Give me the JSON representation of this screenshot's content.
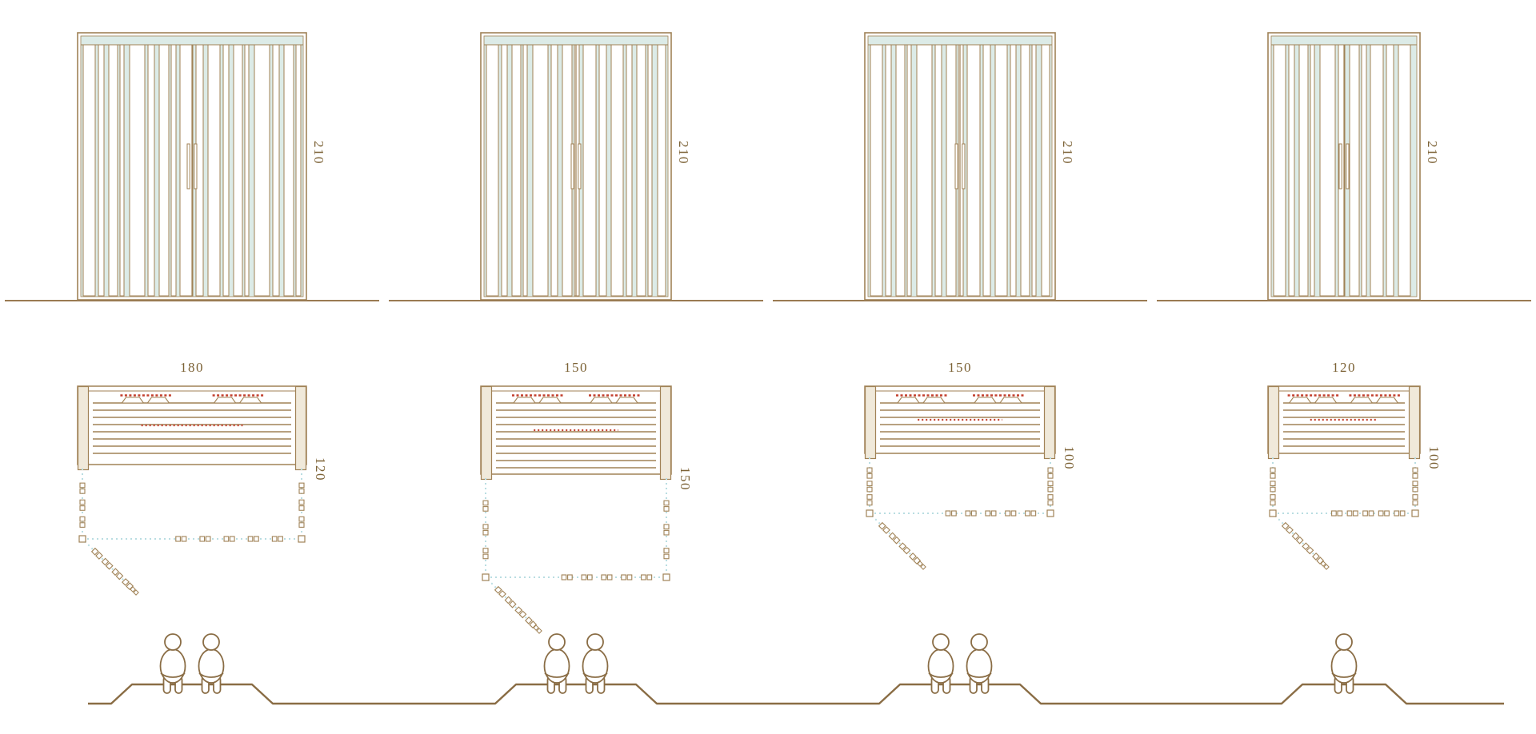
{
  "colors": {
    "line": "#a08256",
    "line_dark": "#8a6d45",
    "glass": "#dcebe7",
    "wood_fill": "#f0e9da",
    "heater_red": "#c3402e",
    "door_dash": "#b9dde2",
    "dim_text": "#7d6337"
  },
  "models": [
    {
      "name": "cabin-180x120",
      "height_label": "210",
      "height_cm": 210,
      "width_label": "180",
      "width_cm": 180,
      "depth_label": "120",
      "depth_cm": 120,
      "capacity": 2
    },
    {
      "name": "cabin-150x150",
      "height_label": "210",
      "height_cm": 210,
      "width_label": "150",
      "width_cm": 150,
      "depth_label": "150",
      "depth_cm": 150,
      "capacity": 2
    },
    {
      "name": "cabin-150x100",
      "height_label": "210",
      "height_cm": 210,
      "width_label": "150",
      "width_cm": 150,
      "depth_label": "100",
      "depth_cm": 100,
      "capacity": 2
    },
    {
      "name": "cabin-120x100",
      "height_label": "210",
      "height_cm": 210,
      "width_label": "120",
      "width_cm": 120,
      "depth_label": "100",
      "depth_cm": 100,
      "capacity": 1
    }
  ]
}
